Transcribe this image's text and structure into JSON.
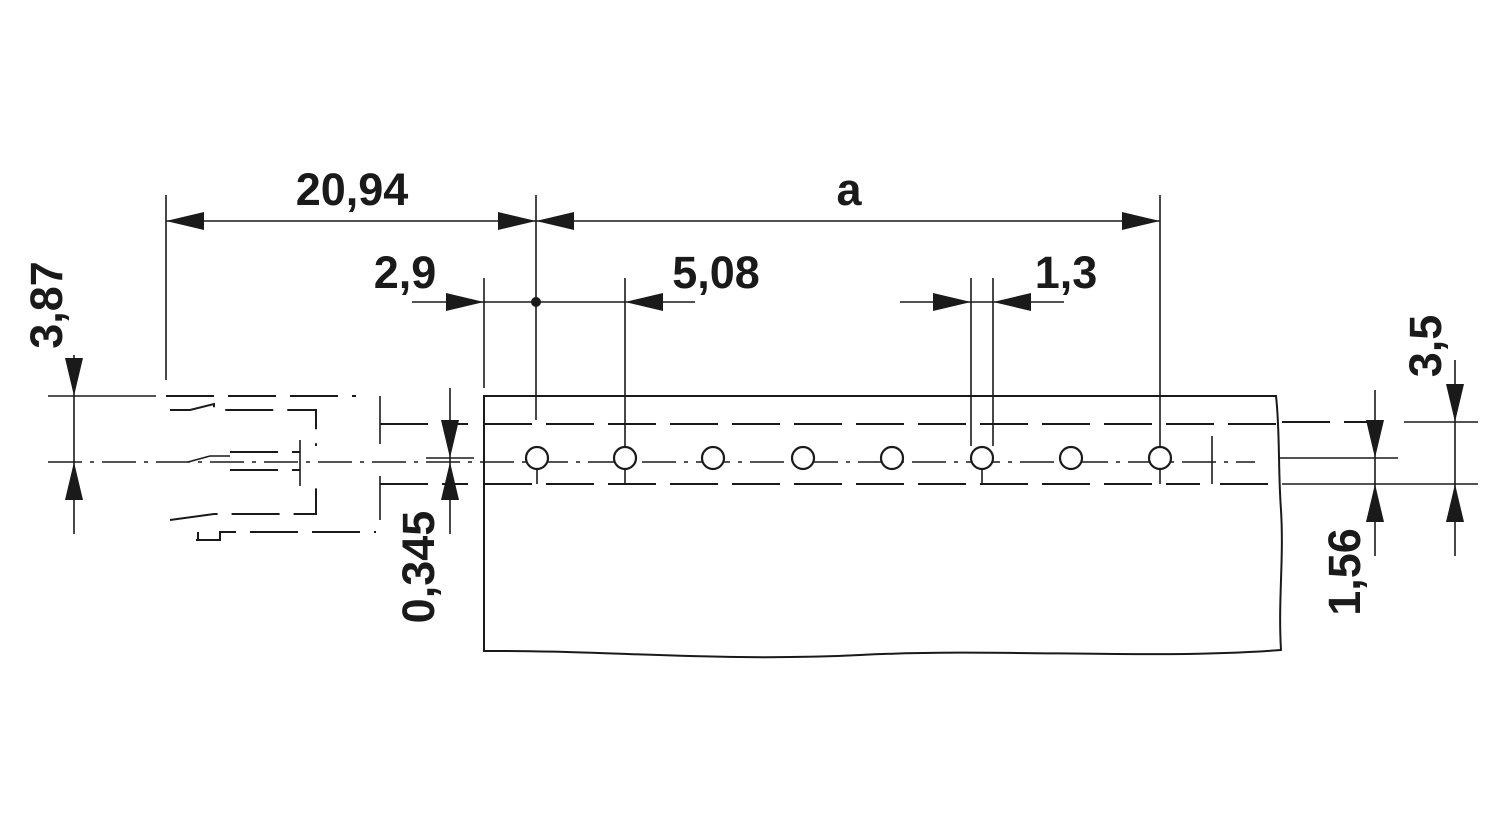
{
  "drawing": {
    "dimensions": {
      "overall_a": "a",
      "offset_20_94": "20,94",
      "edge_2_9": "2,9",
      "pitch_5_08": "5,08",
      "pin_1_3": "1,3",
      "height_3_87": "3,87",
      "height_0_345": "0,345",
      "height_3_5": "3,5",
      "height_1_56": "1,56"
    },
    "pin_count": 8
  }
}
